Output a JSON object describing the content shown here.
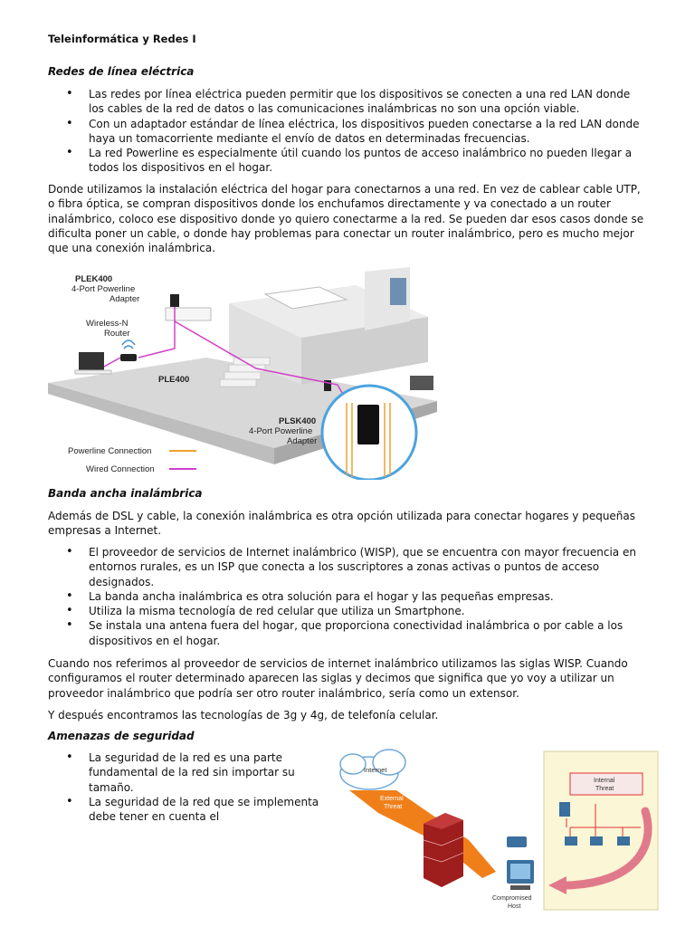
{
  "doc_title": "Teleinformática y Redes I",
  "s1": {
    "heading": "Redes de línea eléctrica",
    "bullets": [
      "Las redes por línea eléctrica pueden permitir que los dispositivos se conecten a una red LAN donde los cables de la red de datos o las comunicaciones inalámbricas no son una opción viable.",
      "Con un adaptador estándar de línea eléctrica, los dispositivos pueden conectarse a la red LAN donde haya un tomacorriente mediante el envío de datos en determinadas frecuencias.",
      "La red Powerline es especialmente útil cuando los puntos de acceso inalámbrico no pueden llegar a todos los dispositivos en el hogar."
    ],
    "para": "Donde utilizamos la instalación eléctrica del hogar para conectarnos a una red. En vez de cablear cable UTP, o fibra óptica, se compran dispositivos donde los enchufamos directamente y va conectado a un router inalámbrico, coloco ese dispositivo donde yo quiero conectarme a la red. Se pueden dar esos casos donde se dificulta poner un cable, o donde hay problemas para conectar un router inalámbrico, pero es mucho mejor que una conexión inalámbrica."
  },
  "figure1": {
    "plek_name": "PLEK400",
    "plek_line1": "4-Port Powerline",
    "plek_line2": "Adapter",
    "router_line1": "Wireless-N",
    "router_line2": "Router",
    "ple_name": "PLE400",
    "plsk_name": "PLSK400",
    "plsk_line1": "4-Port Powerline",
    "plsk_line2": "Adapter",
    "legend_powerline": "Powerline Connection",
    "legend_wired": "Wired Connection",
    "powerline_color": "#f0a030",
    "wired_color": "#d040c8"
  },
  "s2": {
    "heading": "Banda ancha inalámbrica",
    "intro": "Además de DSL y cable, la conexión inalámbrica es otra opción utilizada para conectar hogares y pequeñas empresas a Internet.",
    "bullets": [
      "El proveedor de servicios de Internet inalámbrico (WISP), que se encuentra con mayor frecuencia en entornos rurales, es un ISP que conecta a los suscriptores a zonas activas o puntos de acceso designados.",
      "La banda ancha inalámbrica es otra solución para el hogar y las pequeñas empresas.",
      "Utiliza la misma tecnología de red celular que utiliza un Smartphone.",
      "Se instala una antena fuera del hogar, que proporciona conectividad inalámbrica o por cable a los dispositivos en el hogar."
    ],
    "para1": "Cuando nos referimos al proveedor de servicios de internet inalámbrico utilizamos las siglas WISP. Cuando configuramos el router determinado aparecen las siglas y decimos que significa que yo voy a utilizar un proveedor inalámbrico que podría ser otro router inalámbrico, sería como un extensor.",
    "para2": "Y después encontramos las tecnologías de 3g y 4g, de telefonía celular."
  },
  "s3": {
    "heading": "Amenazas de seguridad",
    "bullets": [
      "La seguridad de la red es una parte fundamental de la red sin importar su tamaño.",
      "La seguridad de la red que se implementa debe tener en cuenta el"
    ]
  },
  "figure2": {
    "internet": "Internet",
    "external_line1": "External",
    "external_line2": "Threat",
    "internal_line1": "Internal",
    "internal_line2": "Threat",
    "host_line1": "Compromised",
    "host_line2": "Host"
  }
}
